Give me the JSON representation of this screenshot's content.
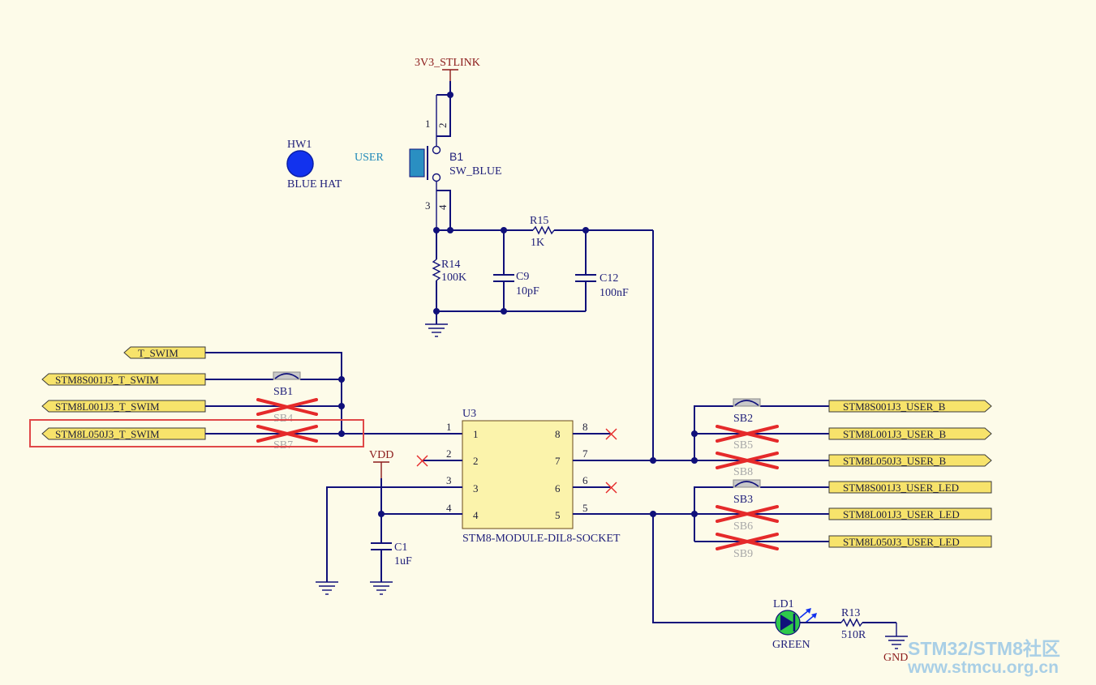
{
  "power": {
    "stlink": "3V3_STLINK",
    "vdd": "VDD",
    "gnd": "GND"
  },
  "hw1": {
    "ref": "HW1",
    "value": "BLUE HAT"
  },
  "b1": {
    "ref": "B1",
    "value": "SW_BLUE",
    "caption": "USER",
    "pins": [
      "1",
      "2",
      "3",
      "4"
    ]
  },
  "r14": {
    "ref": "R14",
    "value": "100K"
  },
  "r15": {
    "ref": "R15",
    "value": "1K"
  },
  "c9": {
    "ref": "C9",
    "value": "10pF"
  },
  "c12": {
    "ref": "C12",
    "value": "100nF"
  },
  "c1": {
    "ref": "C1",
    "value": "1uF"
  },
  "u3": {
    "ref": "U3",
    "value": "STM8-MODULE-DIL8-SOCKET",
    "left_pins": [
      "1",
      "2",
      "3",
      "4"
    ],
    "right_pins": [
      "8",
      "7",
      "6",
      "5"
    ]
  },
  "solder_bridges": [
    "SB1",
    "SB4",
    "SB7",
    "SB2",
    "SB5",
    "SB8",
    "SB3",
    "SB6",
    "SB9"
  ],
  "swim_nets": [
    "T_SWIM",
    "STM8S001J3_T_SWIM",
    "STM8L001J3_T_SWIM",
    "STM8L050J3_T_SWIM"
  ],
  "user_b_nets": [
    "STM8S001J3_USER_B",
    "STM8L001J3_USER_B",
    "STM8L050J3_USER_B"
  ],
  "user_led_nets": [
    "STM8S001J3_USER_LED",
    "STM8L001J3_USER_LED",
    "STM8L050J3_USER_LED"
  ],
  "ld1": {
    "ref": "LD1",
    "value": "GREEN"
  },
  "r13": {
    "ref": "R13",
    "value": "510R"
  },
  "highlight_color": "#e04848",
  "watermark": {
    "line1": "STM32/STM8社区",
    "line2": "www.stmcu.org.cn"
  }
}
